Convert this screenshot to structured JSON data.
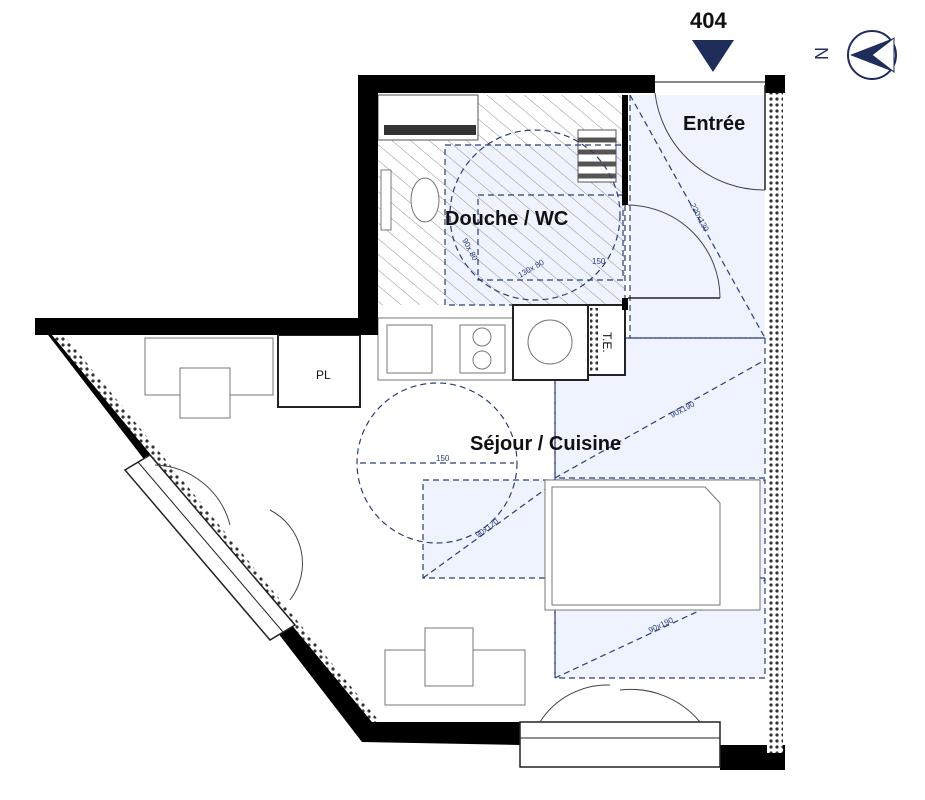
{
  "unit_number": "404",
  "compass": {
    "label": "N",
    "icon": "north-arrow-icon"
  },
  "rooms": {
    "entree": "Entrée",
    "douche_wc": "Douche / WC",
    "sejour_cuisine": "Séjour / Cuisine",
    "placard": "PL"
  },
  "equipment": {
    "tableau_electrique": "T.E."
  },
  "dimensions": {
    "turning_circle": "150",
    "shower_circle": "150",
    "bed_clearance_top": "90x190",
    "bed_clearance_bottom": "90x190",
    "sofa_clearance": "90x120",
    "bath_clearance_a": "90x 80",
    "bath_clearance_b": "130x 80",
    "entry_clearance": "220x120"
  },
  "colors": {
    "wall": "#000000",
    "accent": "#1f2d5a",
    "zone_fill": "#eef3fd",
    "dash": "#2c3e74"
  }
}
